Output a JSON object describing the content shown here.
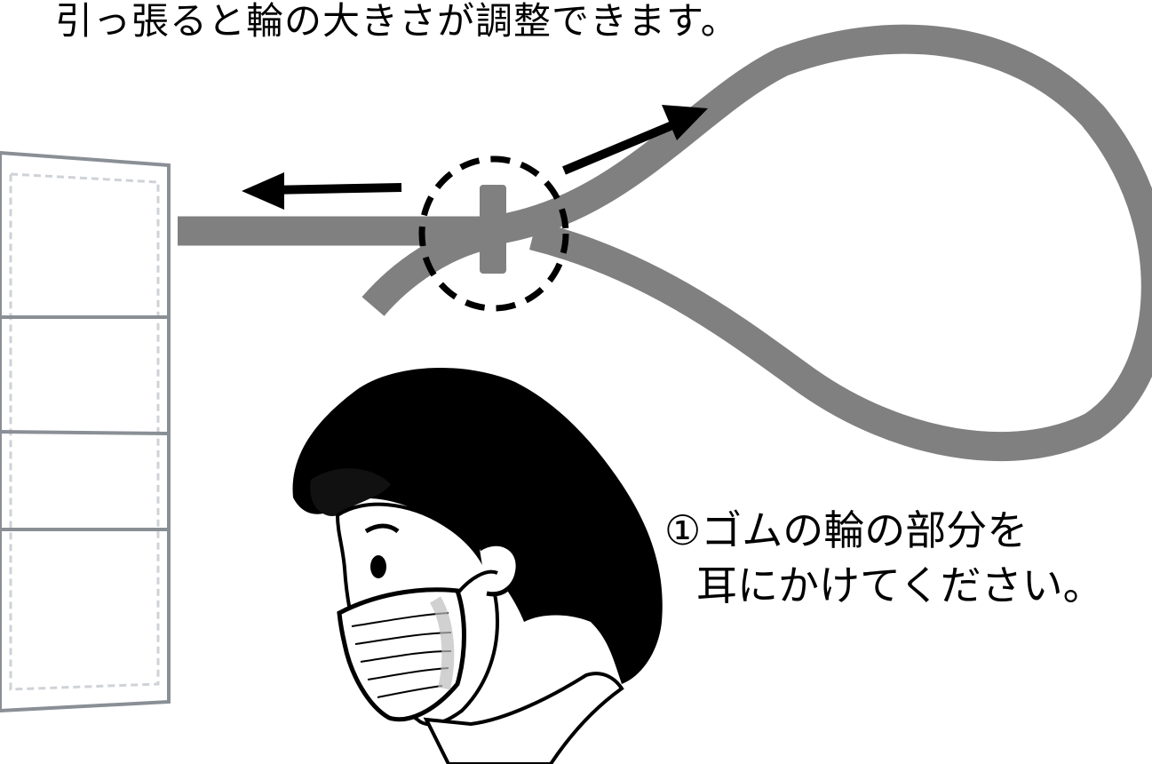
{
  "texts": {
    "top_instruction": "引っ張ると輪の大きさが調整できます。",
    "step_line1": "①ゴムの輪の部分を",
    "step_line2": "耳にかけてください。"
  },
  "colors": {
    "elastic_cord": "#808080",
    "mask_edge": "#8a8f96",
    "mask_stitch": "#cfd2d6",
    "ink": "#000000",
    "paper": "#ffffff"
  },
  "icons": [
    "elastic-loop",
    "adjuster-stopper",
    "pull-arrow-left",
    "pull-arrow-right",
    "dashed-highlight-circle",
    "mask-panel",
    "woman-with-mask"
  ]
}
